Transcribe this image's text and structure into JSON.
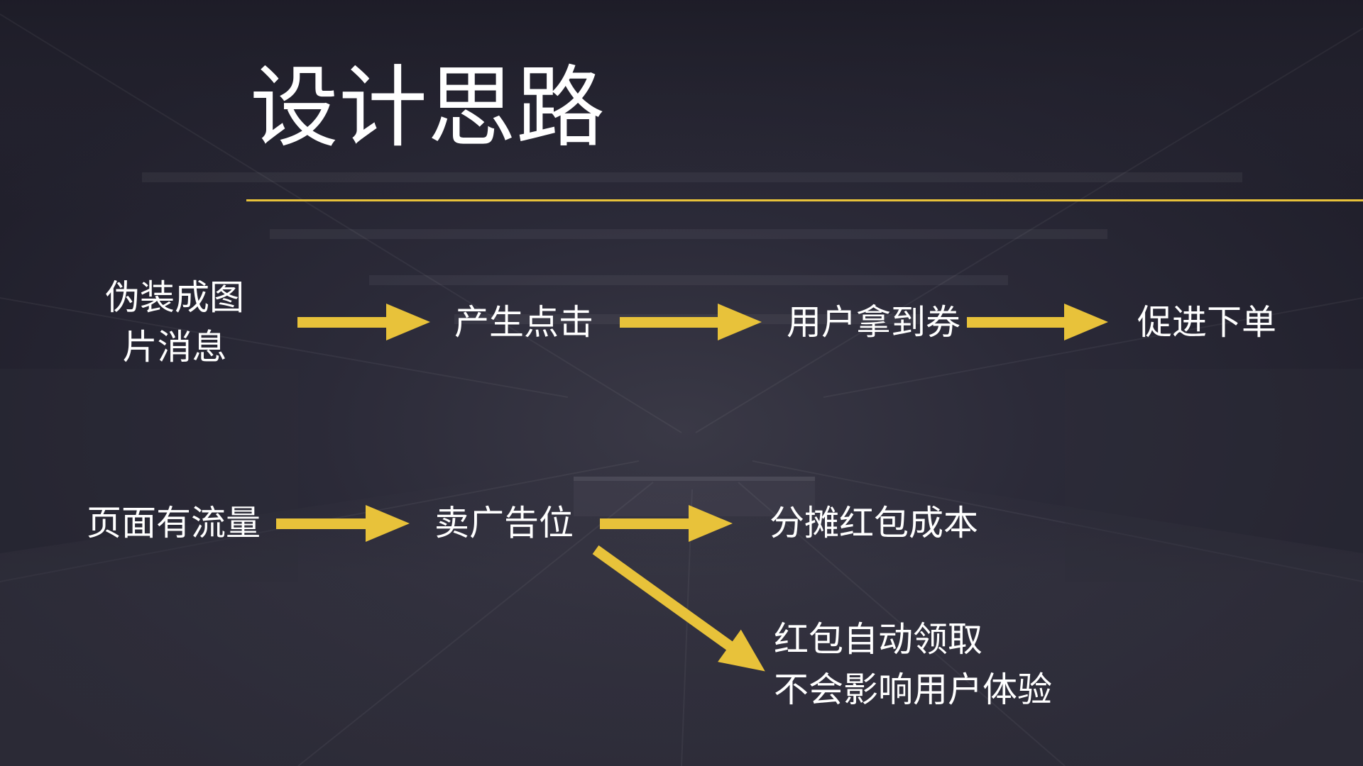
{
  "slide": {
    "title": "设计思路",
    "colors": {
      "accent": "#E8C23A",
      "text": "#FFFFFF",
      "background": "#24232F"
    },
    "flow_top": {
      "step1": {
        "lines": [
          "伪装成图",
          "片消息"
        ]
      },
      "step2": "产生点击",
      "step3": "用户拿到券",
      "step4": "促进下单"
    },
    "flow_bottom": {
      "step1": "页面有流量",
      "step2": "卖广告位",
      "step3": "分摊红包成本",
      "branch": {
        "lines": [
          "红包自动领取",
          "不会影响用户体验"
        ]
      }
    }
  }
}
